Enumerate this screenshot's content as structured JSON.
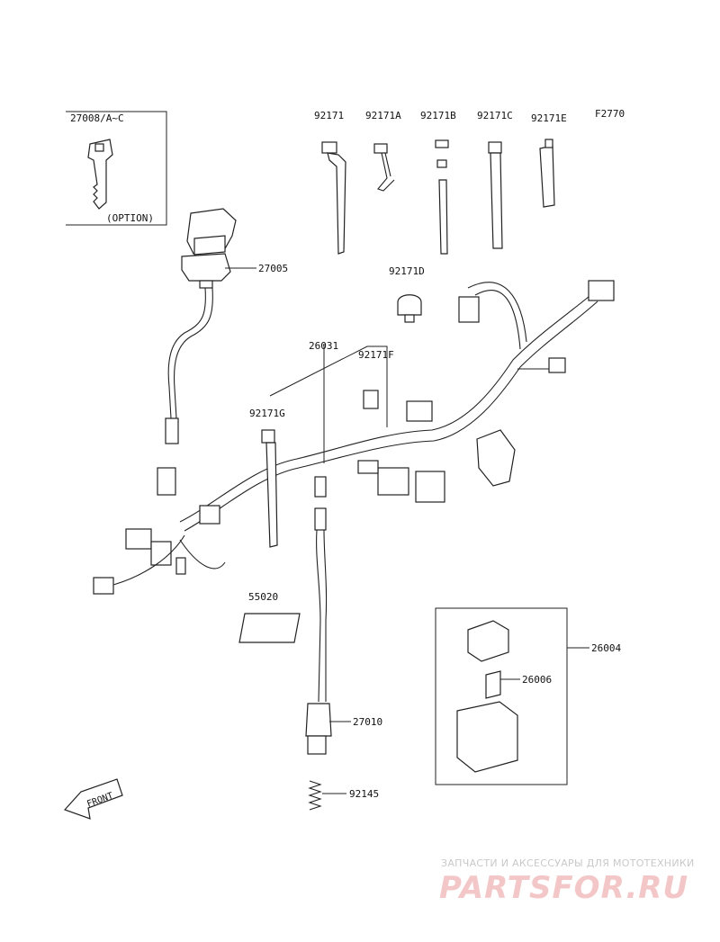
{
  "diagram": {
    "code": "F2770",
    "parts": [
      {
        "number": "27008/A~C"
      },
      {
        "number": "(OPTION)"
      },
      {
        "number": "27005"
      },
      {
        "number": "92171"
      },
      {
        "number": "92171A"
      },
      {
        "number": "92171B"
      },
      {
        "number": "92171C"
      },
      {
        "number": "92171E"
      },
      {
        "number": "92171D"
      },
      {
        "number": "26031"
      },
      {
        "number": "92171F"
      },
      {
        "number": "92171G"
      },
      {
        "number": "55020"
      },
      {
        "number": "26004"
      },
      {
        "number": "26006"
      },
      {
        "number": "27010"
      },
      {
        "number": "92145"
      }
    ],
    "front_label": "FRONT"
  },
  "watermark": {
    "tagline": "ЗАПЧАСТИ И АКСЕССУАРЫ ДЛЯ МОТОТЕХНИКИ",
    "brand": "PARTSFOR.RU",
    "color": "#e8a0a0"
  }
}
